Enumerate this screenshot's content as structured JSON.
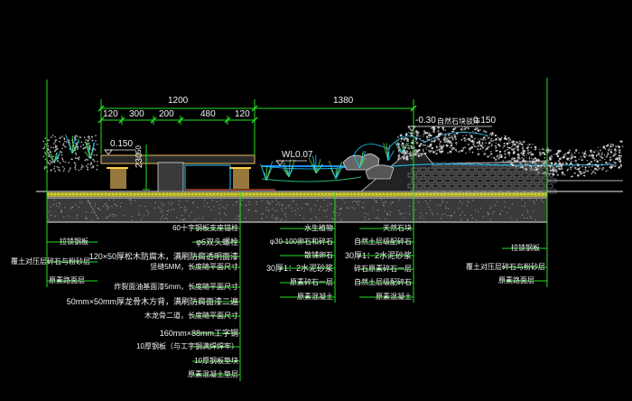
{
  "colors": {
    "background": "#000000",
    "leader": "#22e022",
    "text": "#f2f2f2",
    "water": "#1ec8ff",
    "structure": "#c8a050",
    "soil": "#8a8a8a",
    "gravel": "#dddd44",
    "plant": "#5ad04a",
    "rock": "#bbbbbb"
  },
  "dimensions": {
    "overall": [
      "1200",
      "1380"
    ],
    "segments": [
      "120",
      "300",
      "200",
      "480",
      "120"
    ],
    "deck_height": "230",
    "small_height": "50"
  },
  "elevations": {
    "deck": "0.150",
    "water": "WL0.07",
    "rock": "-0.30",
    "rock_note": "自然石块驳岸",
    "rock_value": "0.150"
  },
  "labels_left_edge": [
    "拉锁钢板",
    "覆土对压层碎石与粉砂层",
    "原素路面层"
  ],
  "labels_deck": [
    "60十字钢板支座锚栓",
    "φ6双头螺栓",
    "120×50厚松木防腐木，满刷防腐透明面漆",
    "竖缝5MM，长度随平面尺寸",
    "炸裂面油基面漆5mm，长度随平面尺寸",
    "50mm×50mm厚龙骨木方背，满刷防腐面漆二遍",
    "木龙骨二道，长度随平面尺寸",
    "160mm×88mm工字钢",
    "10厚钢板（与工字钢满焊焊牢）",
    "10厚钢板垫块",
    "原素混凝土垫层"
  ],
  "labels_water": [
    "水生植物",
    "φ30-100卵石和碎石",
    "散铺卵石",
    "30厚1：2水泥砂浆",
    "原素碎石一层",
    "原素混凝土"
  ],
  "labels_bank": [
    "天然石块",
    "自然土层级配碎石",
    "30厚1：2水泥砂浆",
    "碎石原素碎石一层",
    "自然土层级配碎石",
    "原素混凝土"
  ],
  "labels_right_edge": [
    "拉锁钢板",
    "覆土对压层碎石与粉砂层",
    "原素路面层"
  ]
}
